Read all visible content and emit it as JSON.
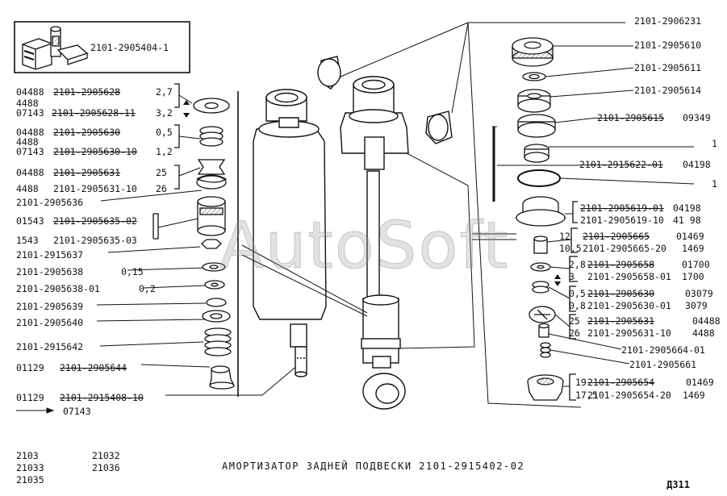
{
  "watermark": "AutoSoft",
  "title": "АМОРТИЗАТОР ЗАДНЕЙ ПОДВЕСКИ 2101-2915402-02",
  "page_code": "Д311",
  "models": [
    "2103",
    "21032",
    "21033",
    "21036",
    "21035"
  ],
  "kit_label": "2101-2905404-1",
  "arrow_ref": "07143",
  "left_labels": [
    {
      "pre": "04488",
      "num": "2101-2905628",
      "post": "2,7",
      "strike": true
    },
    {
      "pre": "4488",
      "num": "",
      "post": ""
    },
    {
      "pre": "07143",
      "num": "2101-2905628-11",
      "post": "3,2",
      "strike": true
    },
    {
      "pre": "04488",
      "num": "2101-2905630",
      "post": "0,5",
      "strike": true
    },
    {
      "pre": "4488",
      "num": "",
      "post": ""
    },
    {
      "pre": "07143",
      "num": "2101-2905630-10",
      "post": "1,2",
      "strike": true
    },
    {
      "pre": "04488",
      "num": "2101-2905631",
      "post": "25",
      "strike": true
    },
    {
      "pre": "4488",
      "num": "2101-2905631-10",
      "post": "26"
    },
    {
      "pre": "",
      "num": "2101-2905636",
      "post": ""
    },
    {
      "pre": "01543",
      "num": "2101-2905635-02",
      "post": "",
      "strike": true
    },
    {
      "pre": "1543",
      "num": "2101-2905635-03",
      "post": ""
    },
    {
      "pre": "",
      "num": "2101-2915637",
      "post": ""
    },
    {
      "pre": "",
      "num": "2101-2905638",
      "post": "0,15"
    },
    {
      "pre": "",
      "num": "2101-2905638-01",
      "post": "0,2"
    },
    {
      "pre": "",
      "num": "2101-2905639",
      "post": ""
    },
    {
      "pre": "",
      "num": "2101-2905640",
      "post": ""
    },
    {
      "pre": "",
      "num": "2101-2915642",
      "post": ""
    },
    {
      "pre": "01129",
      "num": "2101-2905644",
      "post": "",
      "strike": true
    },
    {
      "pre": "01129",
      "num": "2101-2915408-10",
      "post": "",
      "strike": true
    }
  ],
  "right_labels": [
    {
      "pre": "",
      "num": "2101-2906231",
      "post": ""
    },
    {
      "pre": "",
      "num": "2101-2905610",
      "post": ""
    },
    {
      "pre": "",
      "num": "2101-2905611",
      "post": ""
    },
    {
      "pre": "",
      "num": "2101-2905614",
      "post": ""
    },
    {
      "pre": "",
      "num": "2101-2905615",
      "post": "09349",
      "strike": true
    },
    {
      "pre": "",
      "num": "",
      "post": "1"
    },
    {
      "pre": "",
      "num": "2101-2915622-01",
      "post": "04198",
      "strike": true
    },
    {
      "pre": "",
      "num": "",
      "post": "1"
    },
    {
      "pre": "",
      "num": "2101-2905619-01",
      "post": "04198",
      "strike": true
    },
    {
      "pre": "",
      "num": "2101-2905619-10",
      "post": "41 98"
    },
    {
      "pre": "12",
      "num": "2101-2905665",
      "post": "01469",
      "strike": true
    },
    {
      "pre": "10,5",
      "num": "2101-2905665-20",
      "post": "1469"
    },
    {
      "pre": "2,8",
      "num": "2101-2905658",
      "post": "01700",
      "strike": true
    },
    {
      "pre": "3",
      "num": "2101-2905658-01",
      "post": "1700"
    },
    {
      "pre": "0,5",
      "num": "2101-2905630",
      "post": "03079",
      "strike": true
    },
    {
      "pre": "0,8",
      "num": "2101-2905630-01",
      "post": "3079"
    },
    {
      "pre": "25",
      "num": "2101-2905631",
      "post": "04488",
      "strike": true
    },
    {
      "pre": "26",
      "num": "2101-2905631-10",
      "post": "4488"
    },
    {
      "pre": "",
      "num": "2101-2905664-01",
      "post": ""
    },
    {
      "pre": "",
      "num": "2101-2905661",
      "post": ""
    },
    {
      "pre": "19",
      "num": "2101-2905654",
      "post": "01469",
      "strike": true
    },
    {
      "pre": "17,5",
      "num": "2101-2905654-20",
      "post": "1469"
    }
  ]
}
